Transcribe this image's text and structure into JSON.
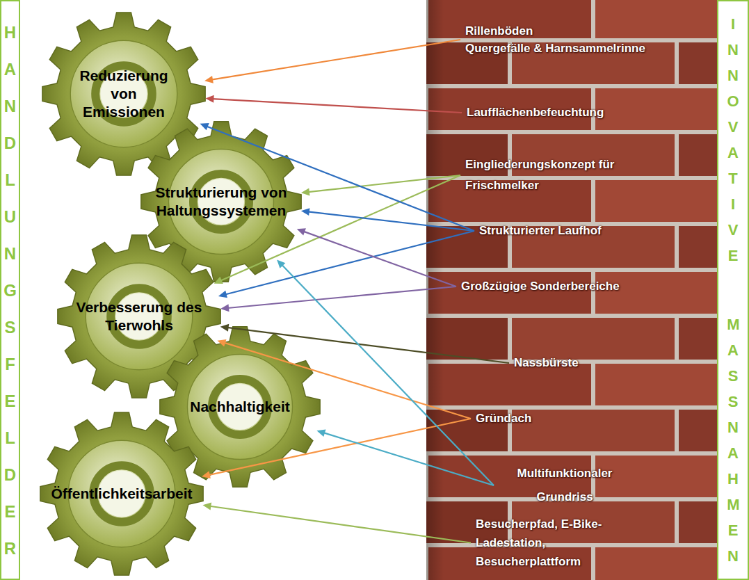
{
  "diagram": {
    "nodes": [
      {
        "text": [
          "HANDLUNGSFELDER"
        ]
      },
      {
        "text": [
          "Reduzierung von Emissionen"
        ]
      },
      {
        "text": [
          "Strukturierung von Haltungssystemen"
        ]
      },
      {
        "text": [
          "Verbesserung des Tierwohls"
        ]
      },
      {
        "text": [
          "Nachhaltigkeit"
        ]
      },
      {
        "text": [
          "Öffentlichkeitsarbeit"
        ]
      },
      {
        "text": [
          "Rillenböden",
          "Quergefälle & Harnsammelrinne"
        ]
      },
      {
        "text": [
          "Laufflächenbefeuchtung"
        ]
      },
      {
        "text": [
          "Eingliederungskonzept für Frischmelker"
        ]
      },
      {
        "text": [
          "Strukturierter Laufhof"
        ]
      },
      {
        "text": [
          "Großzügige Sonderbereiche"
        ]
      },
      {
        "text": [
          "Nassbürste"
        ]
      },
      {
        "text": [
          "Gründach"
        ]
      },
      {
        "text": [
          "Multifunktionaler Grundriss"
        ]
      },
      {
        "text": [
          "Besucherpfad, E-Bike-Ladestation, Besucherplattform"
        ]
      },
      {
        "text": [
          "INNOVATIVE",
          "MASSNAHMEN"
        ]
      }
    ],
    "edges": [
      {
        "from": 6,
        "to": 1,
        "arrow": "to"
      },
      {
        "from": 7,
        "to": 1,
        "arrow": "to"
      },
      {
        "from": 8,
        "to": 2,
        "arrow": "to"
      },
      {
        "from": 8,
        "to": 3,
        "arrow": "to"
      },
      {
        "from": 9,
        "to": 1,
        "arrow": "to"
      },
      {
        "from": 9,
        "to": 2,
        "arrow": "to"
      },
      {
        "from": 9,
        "to": 3,
        "arrow": "to"
      },
      {
        "from": 10,
        "to": 2,
        "arrow": "to"
      },
      {
        "from": 10,
        "to": 3,
        "arrow": "to"
      },
      {
        "from": 11,
        "to": 3,
        "arrow": "to"
      },
      {
        "from": 12,
        "to": 3,
        "arrow": "to"
      },
      {
        "from": 12,
        "to": 5,
        "arrow": "to"
      },
      {
        "from": 13,
        "to": 2,
        "arrow": "to"
      },
      {
        "from": 13,
        "to": 4,
        "arrow": "to"
      },
      {
        "from": 14,
        "to": 5,
        "arrow": "to"
      }
    ]
  }
}
